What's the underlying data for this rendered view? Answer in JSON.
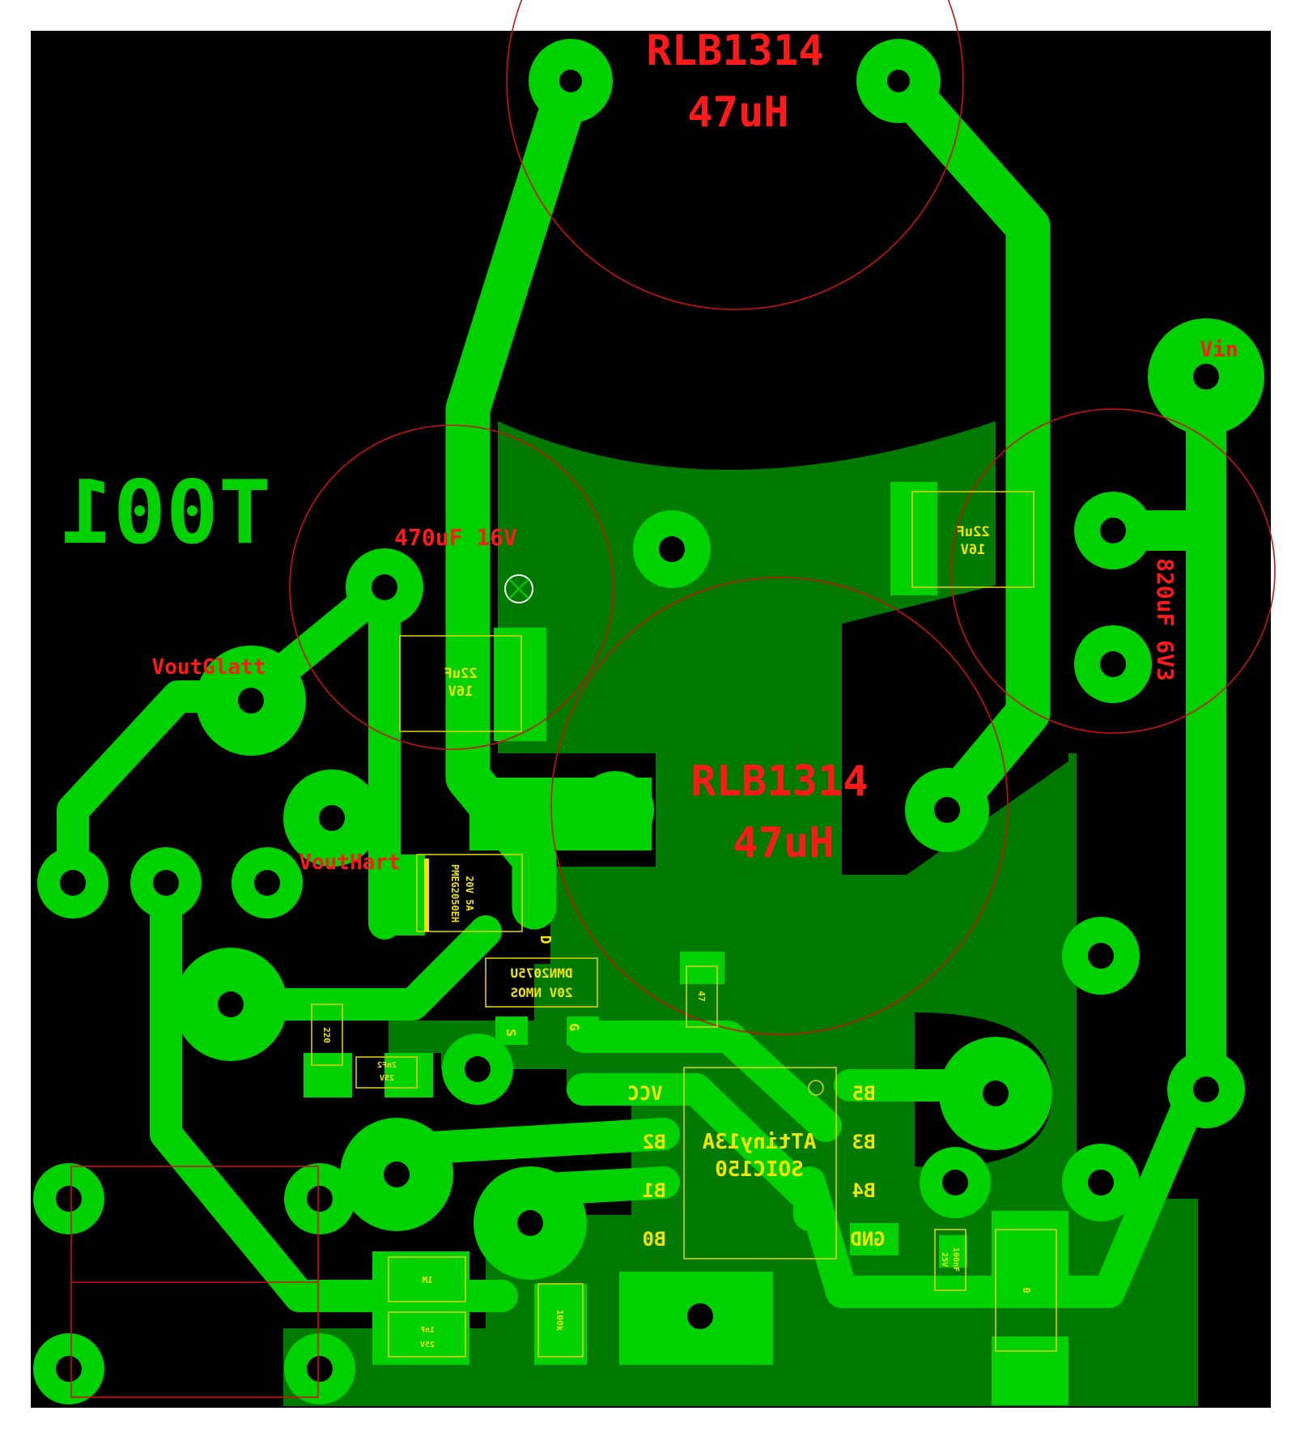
{
  "board": {
    "background": "#000000",
    "copper_color": "#00d200",
    "copper_fill_color": "#007a00",
    "silk_color": "#ff1a1a",
    "label_color": "#f2e600",
    "board_id": "T001"
  },
  "components": {
    "inductor_top": {
      "part": "RLB1314",
      "value": "47uH"
    },
    "inductor_mid": {
      "part": "RLB1314",
      "value": "47uH"
    },
    "cap_470": {
      "value": "470uF 16V"
    },
    "cap_820": {
      "value": "820uF 6V3"
    },
    "cap_22_left": {
      "value": "22uF",
      "voltage": "16V"
    },
    "cap_22_right": {
      "value": "22uF",
      "voltage": "16V"
    },
    "diode": {
      "line1": "20V 5A",
      "line2": "PMEG2050EH",
      "pin_label": "D"
    },
    "mosfet": {
      "part": "DMN2075U",
      "type": "20V NMOS",
      "pin_s": "S",
      "pin_g": "G"
    },
    "mcu": {
      "part": "ATtiny13A",
      "package": "SOIC150",
      "pins": {
        "vcc": "VCC",
        "b2": "B2",
        "b1": "B1",
        "b0": "B0",
        "b5": "B5",
        "b3": "B3",
        "b4": "B4",
        "gnd": "GND"
      }
    },
    "r_220": {
      "value": "220"
    },
    "c_2n2": {
      "value": "2nF2",
      "voltage": "25V"
    },
    "r_47": {
      "value": "47"
    },
    "r_1m": {
      "value": "1M"
    },
    "c_1nf": {
      "value": "1nF",
      "voltage": "25V"
    },
    "r_100k": {
      "value": "100k"
    },
    "c_100nf": {
      "value": "100nF",
      "voltage": "25V"
    },
    "r_0": {
      "value": "0"
    }
  },
  "nets": {
    "vin": "Vin",
    "vout_glatt": "VoutGlatt",
    "vout_hart": "VoutHart"
  }
}
